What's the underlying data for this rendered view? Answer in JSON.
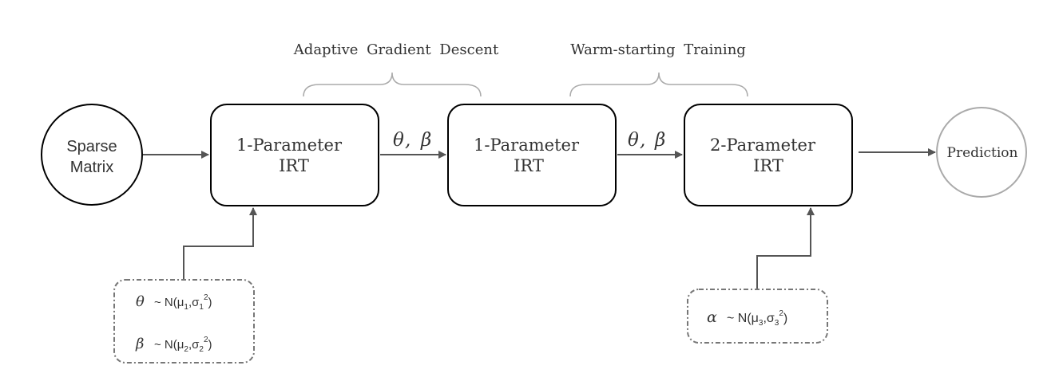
{
  "brackets": {
    "left_label": "Adaptive Gradient Descent",
    "right_label": "Warm-starting Training"
  },
  "nodes": {
    "input": {
      "line1": "Sparse",
      "line2": "Matrix"
    },
    "model1": {
      "line1": "1-Parameter",
      "line2": "IRT"
    },
    "model2": {
      "line1": "1-Parameter",
      "line2": "IRT"
    },
    "model3": {
      "line1": "2-Parameter",
      "line2": "IRT"
    },
    "output": {
      "label": "Prediction"
    }
  },
  "edges": {
    "edge12_label": {
      "theta": "θ",
      "beta": "β"
    },
    "edge23_label": {
      "theta": "θ",
      "beta": "β"
    }
  },
  "priors": {
    "left": {
      "theta_symbol": "θ",
      "theta_dist": "~ N(μ",
      "theta_sub": "1",
      "theta_mid": ",σ",
      "theta_sub2": "1",
      "theta_sup": "2",
      "theta_close": ")",
      "beta_symbol": "β",
      "beta_dist": "~ N(μ",
      "beta_sub": "2",
      "beta_mid": ",σ",
      "beta_sub2": "2",
      "beta_sup": "2",
      "beta_close": ")"
    },
    "right": {
      "alpha_symbol": "α",
      "alpha_dist": "~ N(μ",
      "alpha_sub": "3",
      "alpha_mid": ",σ",
      "alpha_sub2": "3",
      "alpha_sup": "2",
      "alpha_close": ")"
    }
  },
  "colors": {
    "stroke": "#000000",
    "arrow": "#555555",
    "bracket": "#aaaaaa",
    "output_circle": "#aaaaaa",
    "dashed_box": "#777777",
    "text": "#333333"
  }
}
